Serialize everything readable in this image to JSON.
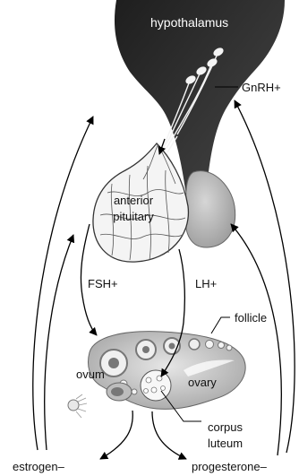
{
  "labels": {
    "hypothalamus": "hypothalamus",
    "gnrh": "GnRH+",
    "anterior_pituitary_line1": "anterior",
    "anterior_pituitary_line2": "pituitary",
    "fsh": "FSH+",
    "lh": "LH+",
    "follicle": "follicle",
    "ovum": "ovum",
    "ovary": "ovary",
    "corpus_luteum_line1": "corpus",
    "corpus_luteum_line2": "luteum",
    "estrogen": "estrogen–",
    "progesterone": "progesterone–"
  },
  "colors": {
    "hypothalamus_tissue": "#2c2c2c",
    "pituitary_stalk": "#3a3a3a",
    "posterior_pituitary": "#bdbdbd",
    "anterior_pituitary": "#f2f2f2",
    "ovary": "#d9d9d9",
    "arrows": "#000000"
  }
}
